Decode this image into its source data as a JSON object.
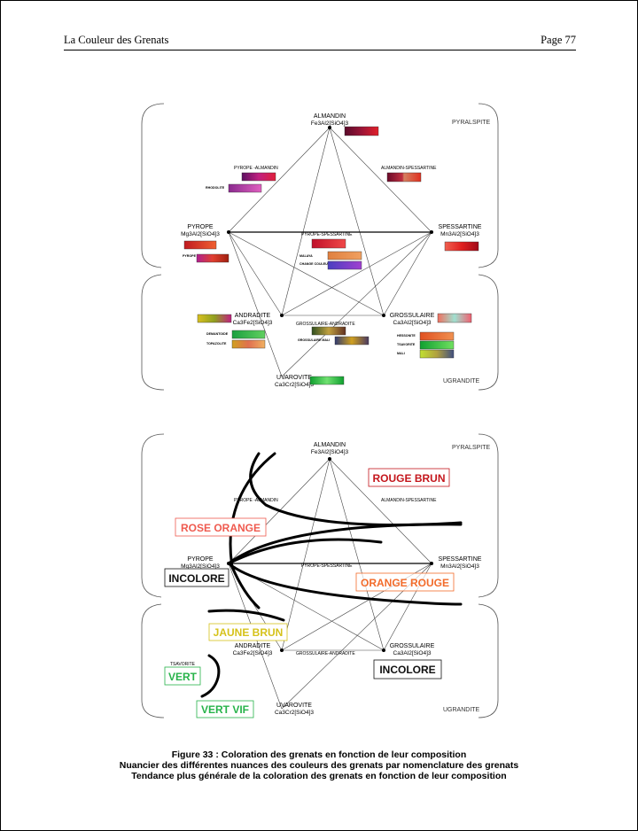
{
  "header": {
    "title": "La Couleur des Grenats",
    "page": "Page 77"
  },
  "diagram1": {
    "group_top": "PYRALSPITE",
    "group_bottom": "UGRANDITE",
    "almandin": {
      "name": "ALMANDIN",
      "formula": "Fe3Al2[SiO4]3"
    },
    "pyrope": {
      "name": "PYROPE",
      "formula": "Mg3Al2[SiO4]3"
    },
    "spessartine": {
      "name": "SPESSARTINE",
      "formula": "Mn3Al2[SiO4]3"
    },
    "andradite": {
      "name": "ANDRADITE",
      "formula": "Ca3Fe2[SiO4]3"
    },
    "grossulaire": {
      "name": "GROSSULAIRE",
      "formula": "Ca3Al2[SiO4]3"
    },
    "uvarovite": {
      "name": "UVAROVITE",
      "formula": "Ca3Cr2[SiO4]3"
    },
    "pyrope_almandin": "PYROPE -ALMANDIN",
    "almandin_spessartine": "ALMANDIN-SPESSARTINE",
    "pyrope_spessartine": "PYROPE-SPESSARTINE",
    "grossulaire_andradite": "GROSSULAIRE-ANDRADITE",
    "rhodolite": "RHODOLITE",
    "pyrope_chromifere": "PYROPE CHROMIFERE",
    "malaya": "MALAYA",
    "change_couleur": "CHANGE COULEUR",
    "demantoide": "DEMANTOIDE",
    "topazolite": "TOPAZOLITE",
    "grossulaire_mali": "GROSSULAIRE MALI",
    "hessonite": "HESSONITE",
    "tsavorite": "TSAVORITE",
    "mali": "MALI"
  },
  "diagram2": {
    "group_top": "PYRALSPITE",
    "group_bottom": "UGRANDITE",
    "almandin": {
      "name": "ALMANDIN",
      "formula": "Fe3Al2[SiO4]3"
    },
    "pyrope": {
      "name": "PYROPE",
      "formula": "Mg3Al2[SiO4]3"
    },
    "spessartine": {
      "name": "SPESSARTINE",
      "formula": "Mn3Al2[SiO4]3"
    },
    "andradite": {
      "name": "ANDRADITE",
      "formula": "Ca3Fe2[SiO4]3"
    },
    "grossulaire": {
      "name": "GROSSULAIRE",
      "formula": "Ca3Al2[SiO4]3"
    },
    "uvarovite": {
      "name": "UVAROVITE",
      "formula": "Ca3Cr2[SiO4]3"
    },
    "pyrope_almandin": "PYROPE -ALMANDIN",
    "almandin_spessartine": "ALMANDIN-SPESSARTINE",
    "pyrope_spessartine": "PYROPE-SPESSARTINE",
    "grossulaire_andradite": "GROSSULAIRE-ANDRADITE",
    "tsavorite": "TSAVORITE",
    "zones": {
      "rouge_brun": "ROUGE BRUN",
      "rose_orange": "ROSE ORANGE",
      "incolore_left": "INCOLORE",
      "orange_rouge": "ORANGE ROUGE",
      "jaune_brun": "JAUNE BRUN",
      "vert": "VERT",
      "vert_vif": "VERT VIF",
      "incolore_right": "INCOLORE"
    },
    "zone_colors": {
      "rouge_brun": "#c4161c",
      "rose_orange": "#ef5a4f",
      "incolore": "#111111",
      "orange_rouge": "#f26b2a",
      "jaune_brun": "#d6c21a",
      "vert": "#27b34a"
    }
  },
  "caption": {
    "line1": "Figure 33 : Coloration des grenats en fonction de leur composition",
    "line2": "Nuancier des différentes nuances des couleurs des grenats par  nomenclature des grenats",
    "line3": "Tendance plus générale de la coloration des grenats en fonction de leur composition"
  }
}
